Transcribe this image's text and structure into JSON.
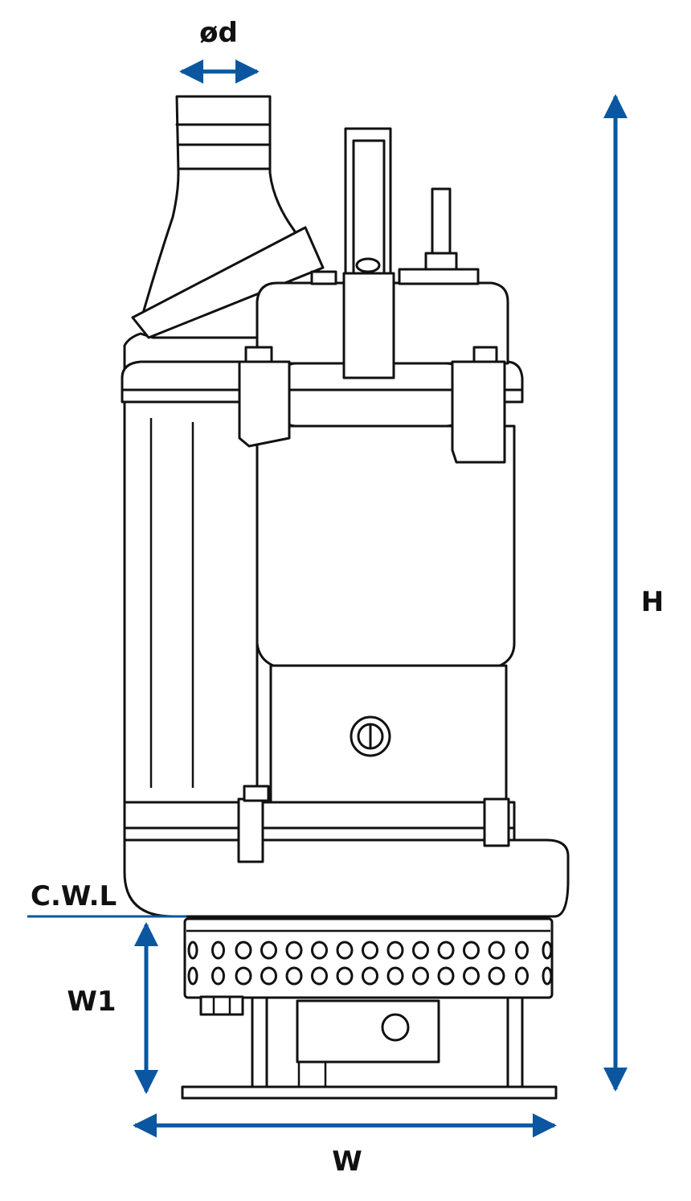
{
  "diagram": {
    "labels": {
      "outlet_diameter": "ød",
      "height": "H",
      "width": "W",
      "cwl": "C.W.L",
      "strainer_height": "W1"
    },
    "colors": {
      "dimension": "#0a56a0",
      "outline": "#111111",
      "label": "#111111"
    }
  }
}
